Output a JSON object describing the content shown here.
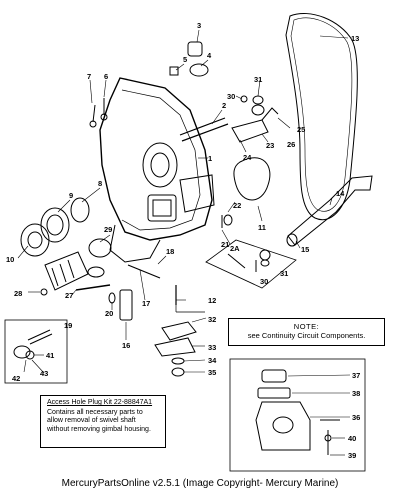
{
  "callouts": {
    "c1": "1",
    "c2": "2",
    "c2a": "2A",
    "c3": "3",
    "c4": "4",
    "c5": "5",
    "c6": "6",
    "c7": "7",
    "c8": "8",
    "c9": "9",
    "c10": "10",
    "c11": "11",
    "c12": "12",
    "c13": "13",
    "c14": "14",
    "c15": "15",
    "c16": "16",
    "c17": "17",
    "c18": "18",
    "c19": "19",
    "c20": "20",
    "c21": "21",
    "c22": "22",
    "c23": "23",
    "c24": "24",
    "c25": "25",
    "c26": "26",
    "c27": "27",
    "c28": "28",
    "c29": "29",
    "c30": "30",
    "c30b": "30",
    "c31": "31",
    "c31b": "31",
    "c32": "32",
    "c33": "33",
    "c34": "34",
    "c35": "35",
    "c36": "36",
    "c37": "37",
    "c38": "38",
    "c39": "39",
    "c40": "40",
    "c41": "41",
    "c42": "42",
    "c43": "43"
  },
  "note": {
    "title": "NOTE:",
    "text": "see Continuity Circuit Components."
  },
  "access_box": {
    "heading": "Access Hole Plug Kit 22-88847A1",
    "line1": "Contains all necessary parts to",
    "line2": "allow removal of swivel shaft",
    "line3": "without removing gimbal housing."
  },
  "footer": "MercuryPartsOnline v2.5.1 (Image Copyright- Mercury Marine)"
}
